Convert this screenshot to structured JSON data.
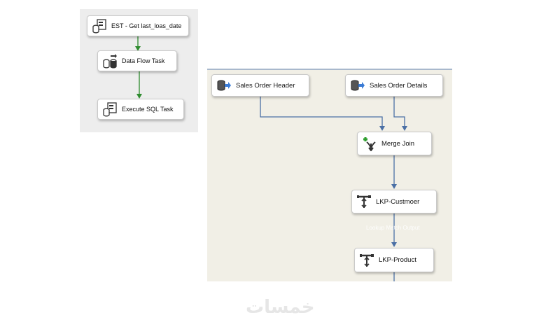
{
  "control_flow": {
    "tasks": [
      {
        "label": "EST - Get last_loas_date",
        "icon": "execute-sql-icon"
      },
      {
        "label": "Data Flow Task",
        "icon": "data-flow-icon"
      },
      {
        "label": "Execute SQL Task",
        "icon": "execute-sql-icon"
      }
    ],
    "connector_color": "#2e8b2e"
  },
  "data_flow": {
    "components": [
      {
        "label": "Sales Order Header",
        "icon": "ole-db-source-icon"
      },
      {
        "label": "Sales Order Details",
        "icon": "ole-db-source-icon"
      },
      {
        "label": "Merge Join",
        "icon": "merge-join-icon"
      },
      {
        "label": "LKP-Custmoer",
        "icon": "lookup-icon"
      },
      {
        "label": "LKP-Product",
        "icon": "lookup-icon"
      }
    ],
    "path_annotation": "Lookup Match Output",
    "connector_color": "#4a6fa5"
  },
  "watermark": "خمسات"
}
